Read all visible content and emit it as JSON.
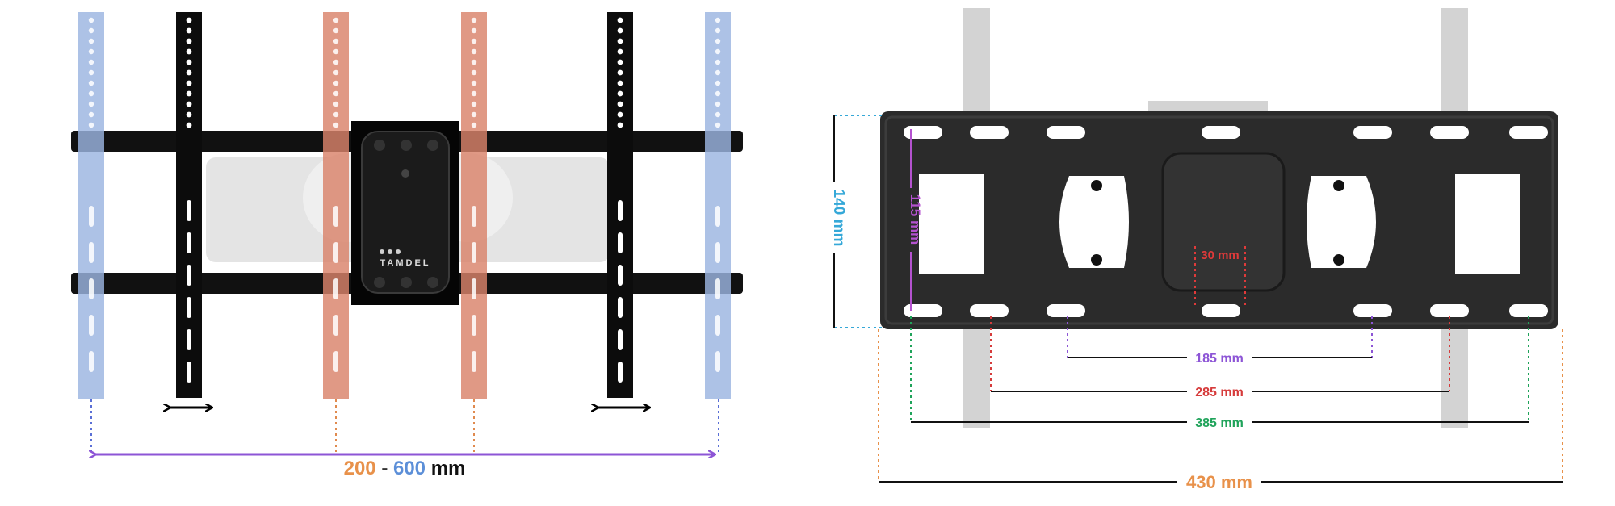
{
  "left_panel": {
    "range_min": "200",
    "range_sep": "-",
    "range_max": "600",
    "range_unit": "mm",
    "brand": "TAMDEL",
    "colors": {
      "inner_rails": "#d9826a",
      "outer_rails": "#9bb5e0",
      "span_line": "#8d55d6"
    }
  },
  "right_panel": {
    "dimensions": {
      "height_outer": "140 mm",
      "height_inner": "115 mm",
      "center_slot": "30 mm",
      "w1": "185 mm",
      "w2": "285 mm",
      "w3": "385 mm",
      "w4": "430 mm"
    },
    "colors": {
      "height_outer": "#35a8d8",
      "height_inner": "#b452cf",
      "center_slot": "#e03a3a",
      "w1": "#8d55d6",
      "w2": "#d63b3b",
      "w3": "#1fa35a",
      "w4": "#e8914a"
    }
  }
}
